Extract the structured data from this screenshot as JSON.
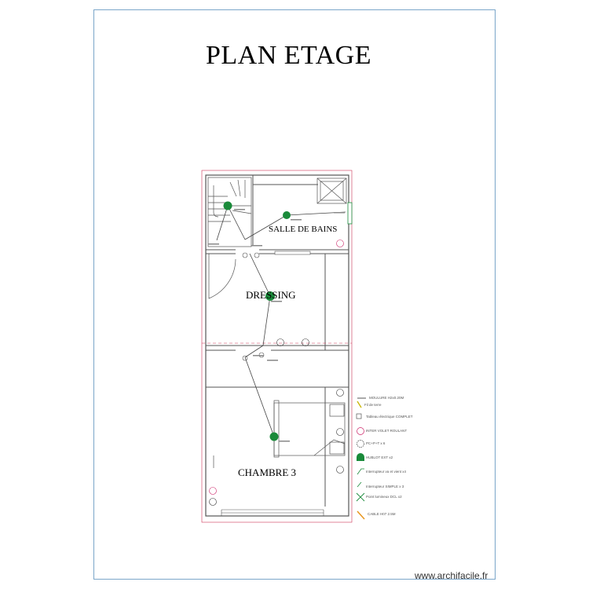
{
  "title": "PLAN ETAGE",
  "watermark": "www.archifacile.fr",
  "rooms": {
    "salle_de_bains": "SALLE DE BAINS",
    "dressing": "DRESSING",
    "chambre": "CHAMBRE 3"
  },
  "legend": [
    {
      "label": "MOULURE H2x0.20M",
      "icon": "moulding-icon",
      "color": "#555555"
    },
    {
      "label": "Fil de terre",
      "icon": "earth-wire-icon",
      "color": "#c8b400"
    },
    {
      "label": "Tableau électrique COMPLET",
      "icon": "electrical-panel-icon",
      "color": "#555555"
    },
    {
      "label": "INTER VOLET ROULANT",
      "icon": "shutter-switch-icon",
      "color": "#cc2266"
    },
    {
      "label": "PC+P+T x 6",
      "icon": "socket-icon",
      "color": "#333333"
    },
    {
      "label": "HUBLOT EXT x2",
      "icon": "wall-light-icon",
      "color": "#1a8a3a"
    },
    {
      "label": "Interrupteur va et vient x4",
      "icon": "two-way-switch-icon",
      "color": "#1a8a3a"
    },
    {
      "label": "Interrupteur SIMPLE x 3",
      "icon": "simple-switch-icon",
      "color": "#1a8a3a"
    },
    {
      "label": "Point lumineux DCL x2",
      "icon": "light-point-icon",
      "color": "#1a8a3a"
    },
    {
      "label": "CABLE H07 2.5M",
      "icon": "cable-icon",
      "color": "#e8961e"
    }
  ],
  "colors": {
    "wall": "#555555",
    "light": "#1a8a3a",
    "outline": "#cc3355",
    "sheet_border": "#7ba6c9"
  }
}
